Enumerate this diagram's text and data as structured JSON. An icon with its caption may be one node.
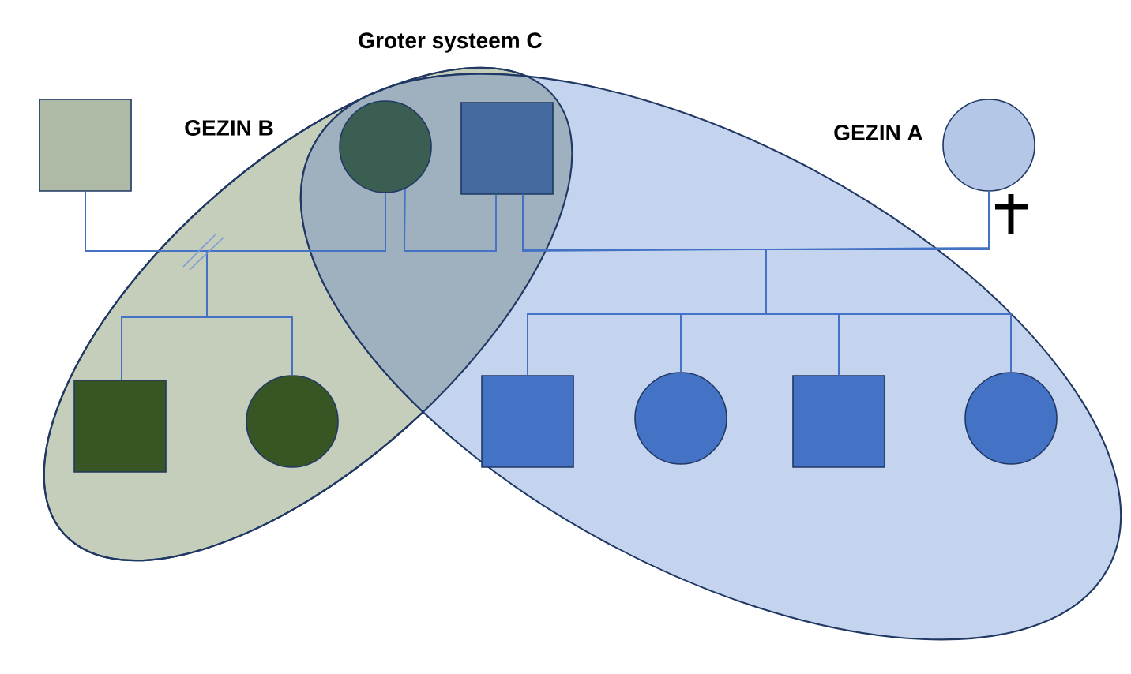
{
  "diagram": {
    "nodes": [
      {
        "text": [
          "GEZIN B"
        ]
      },
      {
        "text": [
          "GEZIN A"
        ]
      },
      {
        "text": [],
        "shape": "box"
      },
      {
        "text": [],
        "shape": "circle"
      },
      {
        "text": [],
        "shape": "box"
      },
      {
        "text": [],
        "shape": "circle"
      },
      {
        "text": [],
        "shape": "box",
        "in": 0
      },
      {
        "text": [],
        "shape": "circle",
        "in": 0
      },
      {
        "text": [],
        "shape": "box",
        "in": 1
      },
      {
        "text": [],
        "shape": "circle",
        "in": 1
      },
      {
        "text": [],
        "shape": "box",
        "in": 1
      },
      {
        "text": [],
        "shape": "circle",
        "in": 1
      }
    ],
    "edges": [
      {
        "from": 2,
        "to": 3,
        "arrow": "none"
      },
      {
        "from": 3,
        "to": 4,
        "arrow": "none"
      },
      {
        "from": 4,
        "to": 5,
        "arrow": "none"
      },
      {
        "from": 2,
        "to": 6,
        "arrow": "none"
      },
      {
        "from": 3,
        "to": 6,
        "arrow": "none"
      },
      {
        "from": 2,
        "to": 7,
        "arrow": "none"
      },
      {
        "from": 3,
        "to": 7,
        "arrow": "none"
      },
      {
        "from": 4,
        "to": 8,
        "arrow": "none"
      },
      {
        "from": 5,
        "to": 8,
        "arrow": "none"
      },
      {
        "from": 4,
        "to": 9,
        "arrow": "none"
      },
      {
        "from": 5,
        "to": 9,
        "arrow": "none"
      },
      {
        "from": 4,
        "to": 10,
        "arrow": "none"
      },
      {
        "from": 5,
        "to": 10,
        "arrow": "none"
      },
      {
        "from": 4,
        "to": 11,
        "arrow": "none"
      },
      {
        "from": 5,
        "to": 11,
        "arrow": "none"
      }
    ],
    "labels": [
      "Groter systeem C"
    ]
  }
}
